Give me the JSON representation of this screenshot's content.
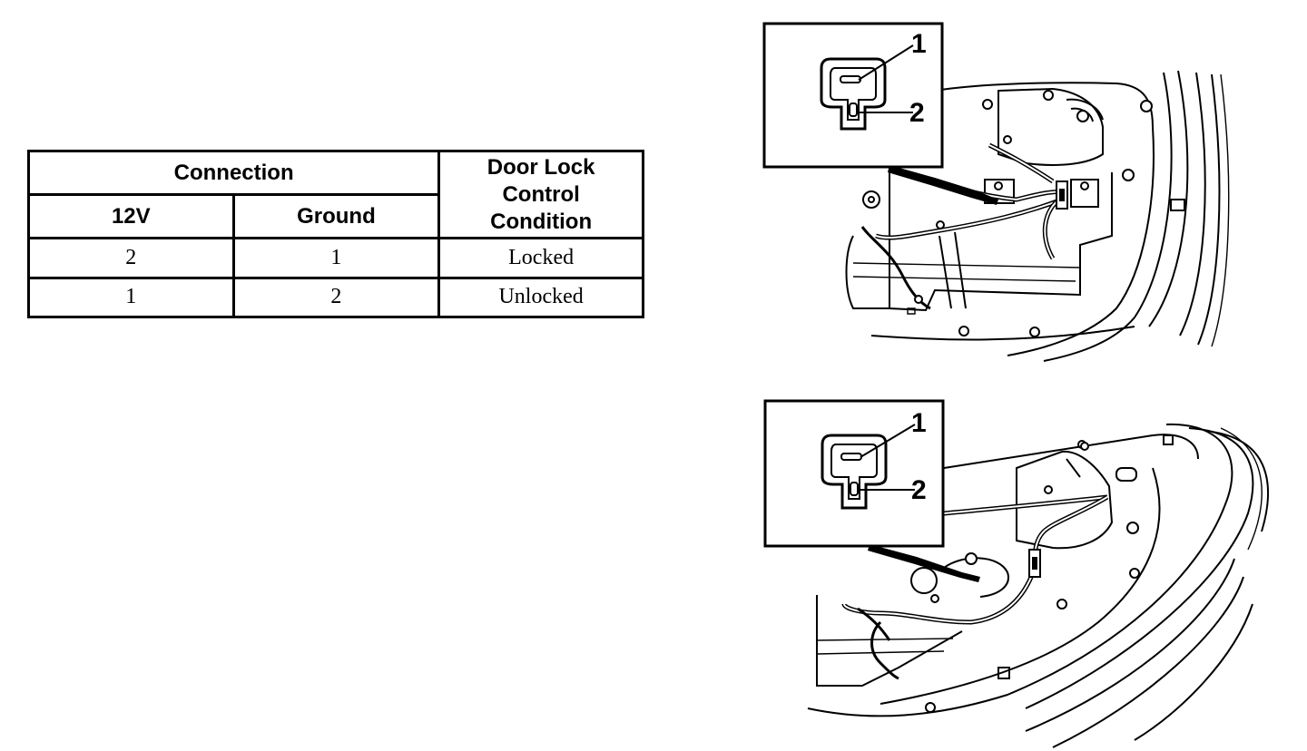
{
  "table": {
    "header_connection": "Connection",
    "header_12v": "12V",
    "header_ground": "Ground",
    "header_condition": [
      "Door Lock",
      "Control",
      "Condition"
    ],
    "rows": [
      {
        "v12": "2",
        "ground": "1",
        "condition": "Locked"
      },
      {
        "v12": "1",
        "ground": "2",
        "condition": "Unlocked"
      }
    ]
  },
  "diagrams": [
    {
      "callouts": [
        "1",
        "2"
      ]
    },
    {
      "callouts": [
        "1",
        "2"
      ]
    }
  ]
}
